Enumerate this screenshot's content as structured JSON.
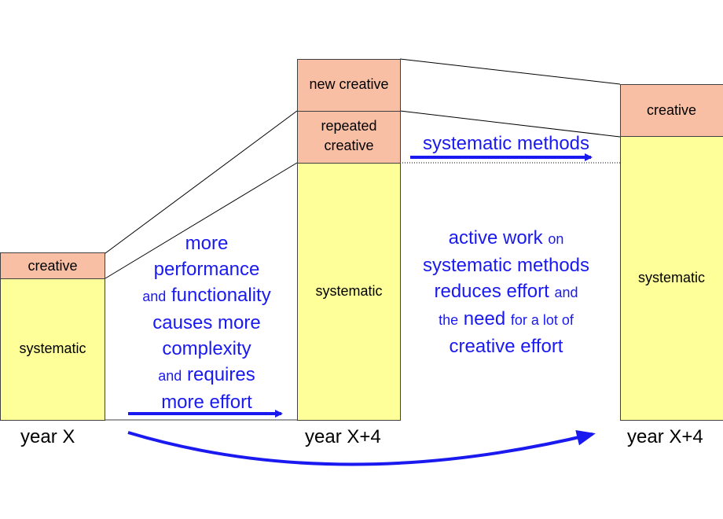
{
  "col1": {
    "creative": "creative",
    "systematic": "systematic",
    "year": "year X"
  },
  "col2": {
    "new_creative": "new creative",
    "repeated_creative_1": "repeated",
    "repeated_creative_2": "creative",
    "systematic": "systematic",
    "year": "year X+4"
  },
  "col3": {
    "creative": "creative",
    "systematic": "systematic",
    "year": "year X+4"
  },
  "annotation_left": {
    "l1": "more",
    "l2": "performance",
    "l3a": "and",
    "l3b": "functionality",
    "l4": "causes more",
    "l5": "complexity",
    "l6a": "and",
    "l6b": "requires",
    "l7": "more effort"
  },
  "annotation_top_right": "systematic methods",
  "annotation_right": {
    "l1a": "active work",
    "l1b": "on",
    "l2": "systematic methods",
    "l3a": "reduces effort",
    "l3b": "and",
    "l4a": "the",
    "l4b": "need",
    "l4c": "for a lot of",
    "l5": "creative effort"
  },
  "colors": {
    "creative": "#f9bfa4",
    "systematic": "#ffff99",
    "arrow": "#1a1af0"
  }
}
